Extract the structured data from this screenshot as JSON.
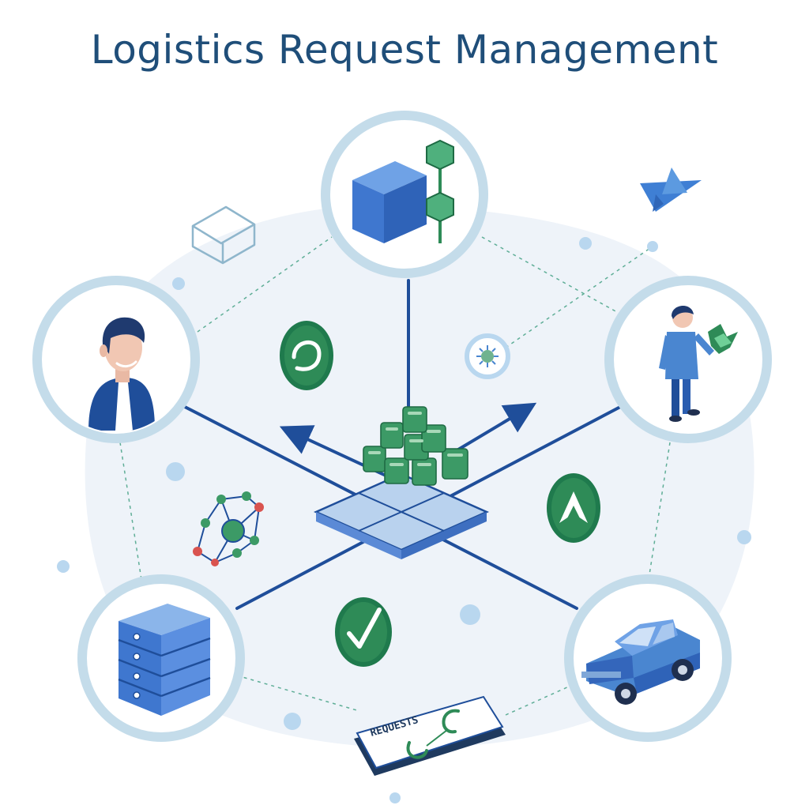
{
  "title": "Logistics Request Management",
  "card_label": "REQUESTS",
  "colors": {
    "navy": "#1f4e9a",
    "blue": "#4a86d0",
    "green": "#2e8b57",
    "ring": "#c4dcea",
    "dashed": "#5fae97",
    "background_blob": "#eef3f9"
  },
  "nodes": [
    {
      "name": "inventory-box-node",
      "icon": "cube-with-green-chain-icon"
    },
    {
      "name": "customer-person-node",
      "icon": "man-avatar-icon"
    },
    {
      "name": "payment-person-node",
      "icon": "man-holding-money-icon"
    },
    {
      "name": "server-storage-node",
      "icon": "server-rack-icon"
    },
    {
      "name": "delivery-truck-node",
      "icon": "pickup-truck-icon"
    }
  ]
}
